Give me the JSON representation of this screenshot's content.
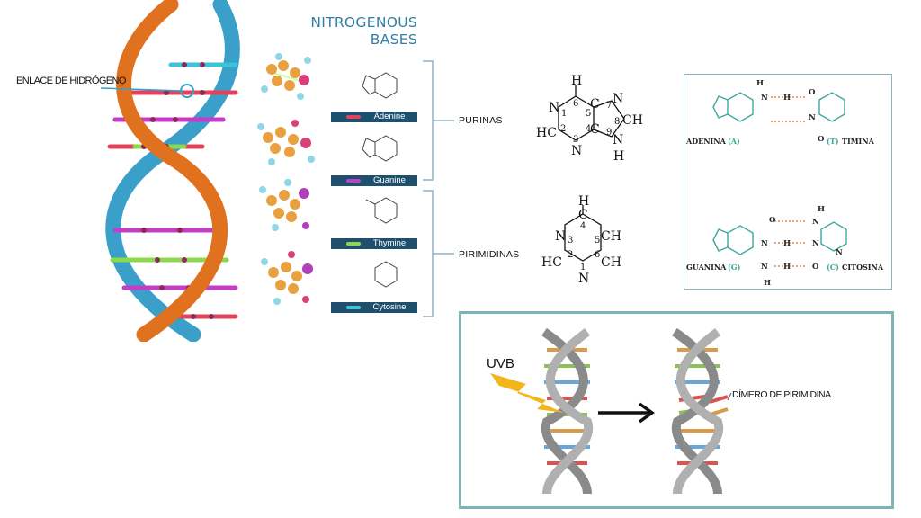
{
  "title": {
    "line1": "NITROGENOUS",
    "line2": "BASES"
  },
  "hydrogen_bond_label": "ENLACE DE HIDRÓGENO",
  "bases": [
    {
      "name": "Adenine",
      "color": "#e2435c"
    },
    {
      "name": "Guanine",
      "color": "#c53cc9"
    },
    {
      "name": "Thymine",
      "color": "#8dd84a"
    },
    {
      "name": "Cytosine",
      "color": "#3cc3d7"
    }
  ],
  "groups": {
    "purines": "PURINAS",
    "pyrimidines": "PIRIMIDINAS"
  },
  "purine_ring": {
    "atoms": [
      "H",
      "6",
      "N",
      "1",
      "5",
      "C",
      "7",
      "N",
      "8",
      "CH",
      "HC",
      "2",
      "4",
      "C",
      "9",
      "N",
      "3",
      "N",
      "H"
    ]
  },
  "pyrimidine_ring": {
    "atoms": [
      "H",
      "C",
      "4",
      "N",
      "3",
      "5",
      "CH",
      "HC",
      "2",
      "6",
      "CH",
      "1",
      "N"
    ]
  },
  "pairing_box": {
    "adenina": "ADENINA",
    "adenina_code": "(A)",
    "timina": "TIMINA",
    "timina_code": "(T)",
    "guanina": "GUANINA",
    "guanina_code": "(G)",
    "citosina": "CITOSINA",
    "citosina_code": "(C)",
    "atom_labels": [
      "H",
      "N",
      "H",
      "O",
      "N",
      "O",
      "O",
      "N",
      "H",
      "N",
      "H",
      "N",
      "H",
      "O",
      "N",
      "N",
      "H"
    ]
  },
  "uv_box": {
    "uvb_label": "UVB",
    "dimer_label": "DÍMERO DE PIRIMIDINA"
  },
  "colors": {
    "helix_orange": "#e0711f",
    "helix_blue": "#3aa0c9",
    "teal": "#3ea79a",
    "title_blue": "#2f7fa8"
  }
}
